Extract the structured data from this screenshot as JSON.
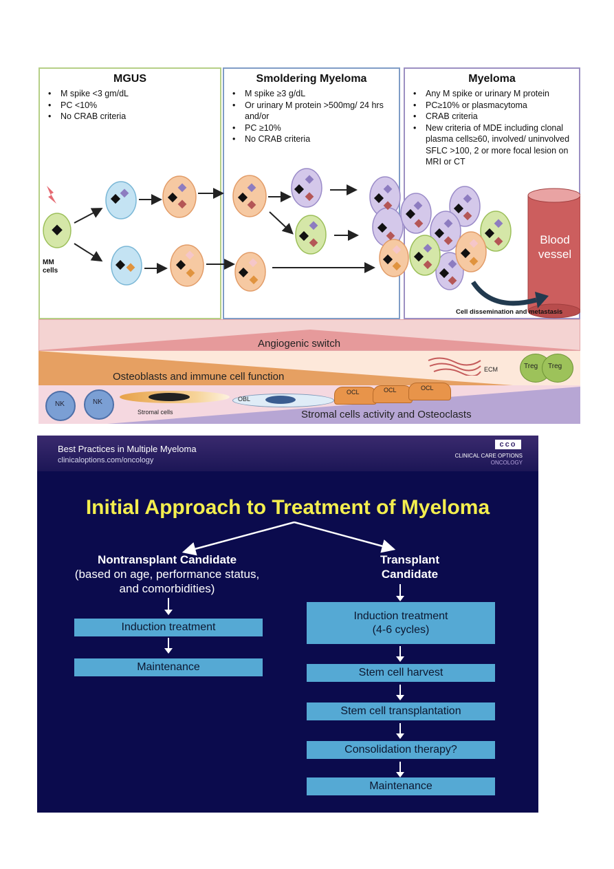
{
  "diagram": {
    "stages": [
      {
        "title": "MGUS",
        "criteria": [
          "M spike <3 gm/dL",
          "PC <10%",
          "No CRAB criteria"
        ]
      },
      {
        "title": "Smoldering Myeloma",
        "criteria": [
          "M spike ≥3 g/dL",
          "Or urinary M protein >500mg/ 24 hrs and/or",
          "PC ≥10%",
          "No CRAB criteria"
        ]
      },
      {
        "title": "Myeloma",
        "criteria": [
          "Any M spike or urinary M protein",
          "PC≥10% or plasmacytoma",
          "CRAB criteria",
          "New criteria of MDE including clonal plasma cells≥60, involved/ uninvolved SFLC >100, 2 or more focal lesion on MRI or CT"
        ]
      }
    ],
    "mm_cells_label": "MM cells",
    "blood_vessel_label": "Blood vessel",
    "dissemination_label": "Cell dissemination and metastasis",
    "angiogenic_label": "Angiogenic switch",
    "osteoblasts_label": "Osteoblasts and immune cell function",
    "ecm_label": "ECM",
    "treg_label": "Treg",
    "nk_label": "NK",
    "stromal_cells_label": "Stromal cells",
    "obl_label": "OBL",
    "ocl_label": "OCL",
    "stromal_activity_label": "Stromal cells activity and Osteoclasts"
  },
  "slide": {
    "header_title": "Best Practices in Multiple Myeloma",
    "header_url": "clinicaloptions.com/oncology",
    "logo_letters": "cco",
    "logo_name": "CLINICAL CARE OPTIONS",
    "logo_sub": "ONCOLOGY",
    "title": "Initial  Approach to Treatment of Myeloma",
    "left_candidate_title": "Nontransplant Candidate",
    "left_candidate_detail": "(based on age, performance status, and comorbidities)",
    "right_candidate": "Transplant Candidate",
    "left_steps": [
      "Induction treatment",
      "Maintenance"
    ],
    "right_steps": [
      "Induction treatment (4-6 cycles)",
      "Stem cell harvest",
      "Stem cell transplantation",
      "Consolidation therapy?",
      "Maintenance"
    ]
  }
}
